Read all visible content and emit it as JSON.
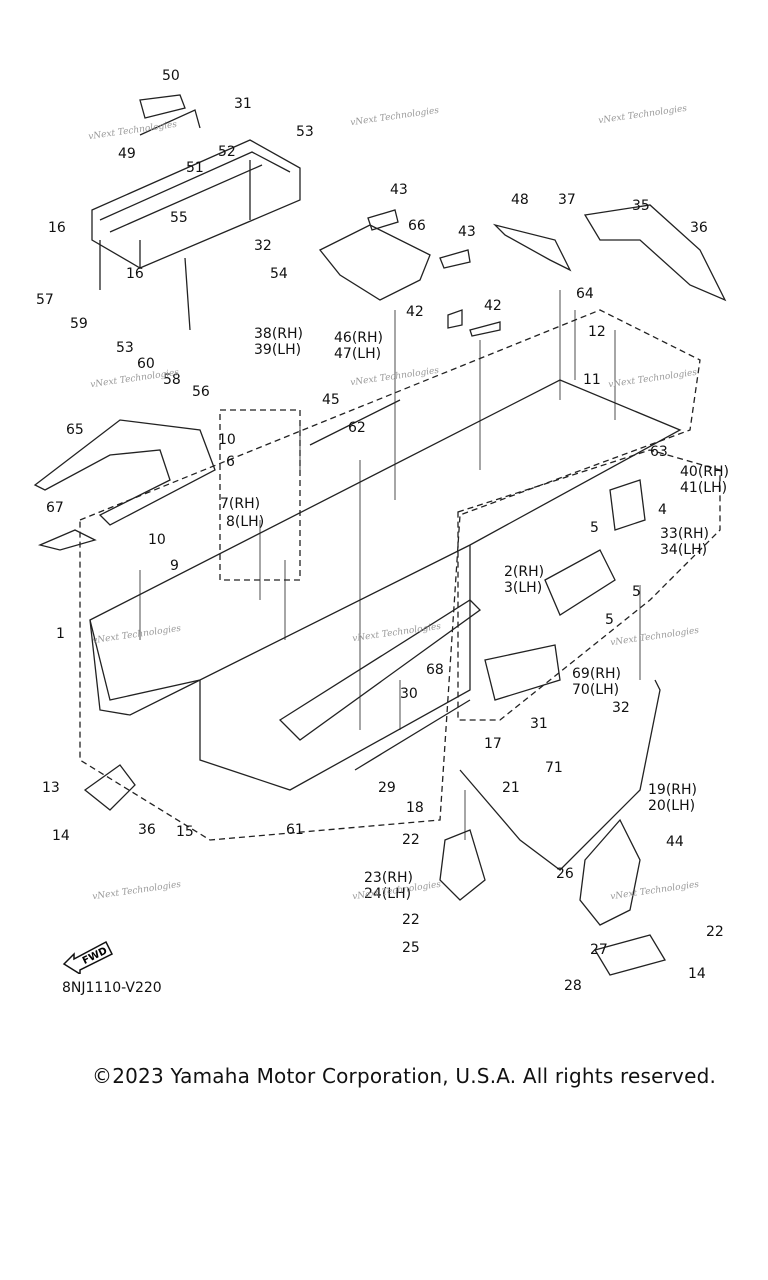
{
  "diagram": {
    "labels": [
      "50",
      "31",
      "49",
      "52",
      "51",
      "53",
      "55",
      "32",
      "54",
      "43",
      "66",
      "43",
      "48",
      "37",
      "35",
      "36",
      "16",
      "16",
      "57",
      "59",
      "53",
      "60",
      "58",
      "56",
      "42",
      "42",
      "64",
      "12",
      "11",
      "38(RH)",
      "39(LH)",
      "46(RH)",
      "47(LH)",
      "45",
      "62",
      "65",
      "10",
      "6",
      "7(RH)",
      "8(LH)",
      "67",
      "10",
      "9",
      "63",
      "4",
      "40(RH)",
      "41(LH)",
      "5",
      "33(RH)",
      "34(LH)",
      "2(RH)",
      "3(LH)",
      "5",
      "5",
      "1",
      "68",
      "69(RH)",
      "70(LH)",
      "30",
      "31",
      "32",
      "17",
      "29",
      "13",
      "14",
      "36",
      "15",
      "61",
      "18",
      "21",
      "71",
      "19(RH)",
      "20(LH)",
      "22",
      "44",
      "23(RH)",
      "24(LH)",
      "26",
      "22",
      "25",
      "27",
      "22",
      "14",
      "28"
    ],
    "watermark": "vNext Technologies",
    "fwd_label": "FWD",
    "drawing_code": "8NJ1110-V220"
  },
  "footer": {
    "copyright": "©2023 Yamaha Motor Corporation, U.S.A. All rights reserved."
  }
}
